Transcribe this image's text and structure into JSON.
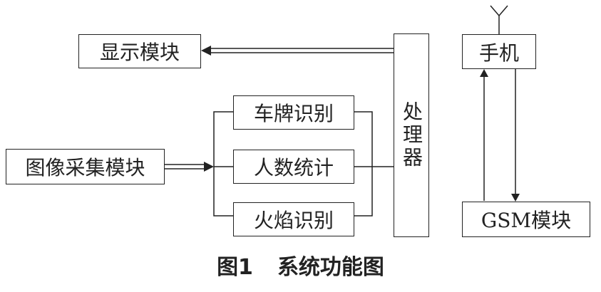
{
  "modules": {
    "display": "显示模块",
    "plate_recognition": "车牌识别",
    "people_count": "人数统计",
    "flame_recognition": "火焰识别",
    "image_capture": "图像采集模块",
    "processor": "处理器",
    "phone": "手机",
    "gsm": "GSM模块"
  },
  "caption": {
    "figure_number": "图1",
    "title": "系统功能图"
  }
}
